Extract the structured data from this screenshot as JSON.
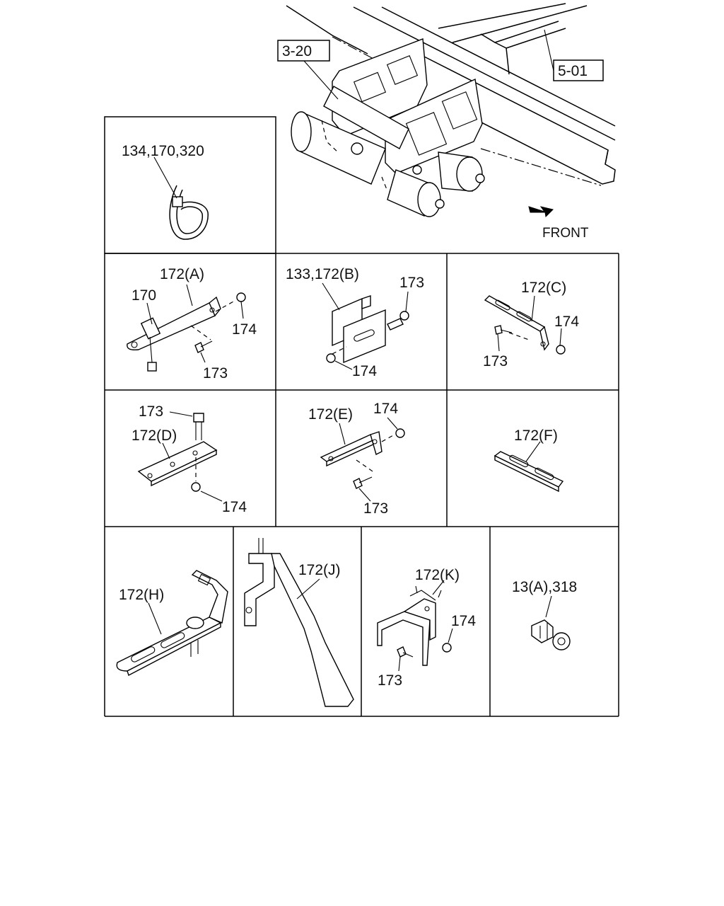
{
  "refs": {
    "ref_3_20": "3-20",
    "ref_5_01": "5-01"
  },
  "front_label": "FRONT",
  "labels": {
    "cell_tie": "134,170,320",
    "a_part": "172(A)",
    "a_170": "170",
    "a_174": "174",
    "a_173": "173",
    "b_part": "133,172(B)",
    "b_173": "173",
    "b_174": "174",
    "c_part": "172(C)",
    "c_174": "174",
    "c_173": "173",
    "d_173": "173",
    "d_part": "172(D)",
    "d_174": "174",
    "e_part": "172(E)",
    "e_174": "174",
    "e_173": "173",
    "f_part": "172(F)",
    "h_part": "172(H)",
    "j_part": "172(J)",
    "k_part": "172(K)",
    "k_174": "174",
    "k_173": "173",
    "clip_part": "13(A),318"
  }
}
